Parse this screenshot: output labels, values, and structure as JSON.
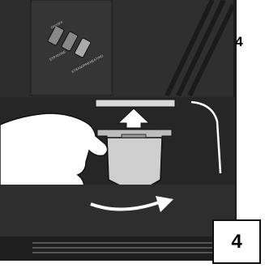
{
  "figure": {
    "step_number": "4",
    "side_page_number": "4"
  },
  "control_panel": {
    "labels": [
      "ON/OFF",
      "ESP/DOSE",
      "STEAM/PREHEATING"
    ],
    "buttons": [
      {
        "name": "button-1"
      },
      {
        "name": "button-2"
      },
      {
        "name": "button-3"
      }
    ]
  },
  "colors": {
    "machine_dark": "#2b2b2b",
    "machine_mid": "#3a3a3a",
    "accent_light": "#d0d0d0",
    "arrow": "#ffffff",
    "hand": "#ffffff"
  },
  "icons": {
    "up_arrow": "up-arrow-icon",
    "rotate_arrow": "curved-arrow-icon"
  }
}
